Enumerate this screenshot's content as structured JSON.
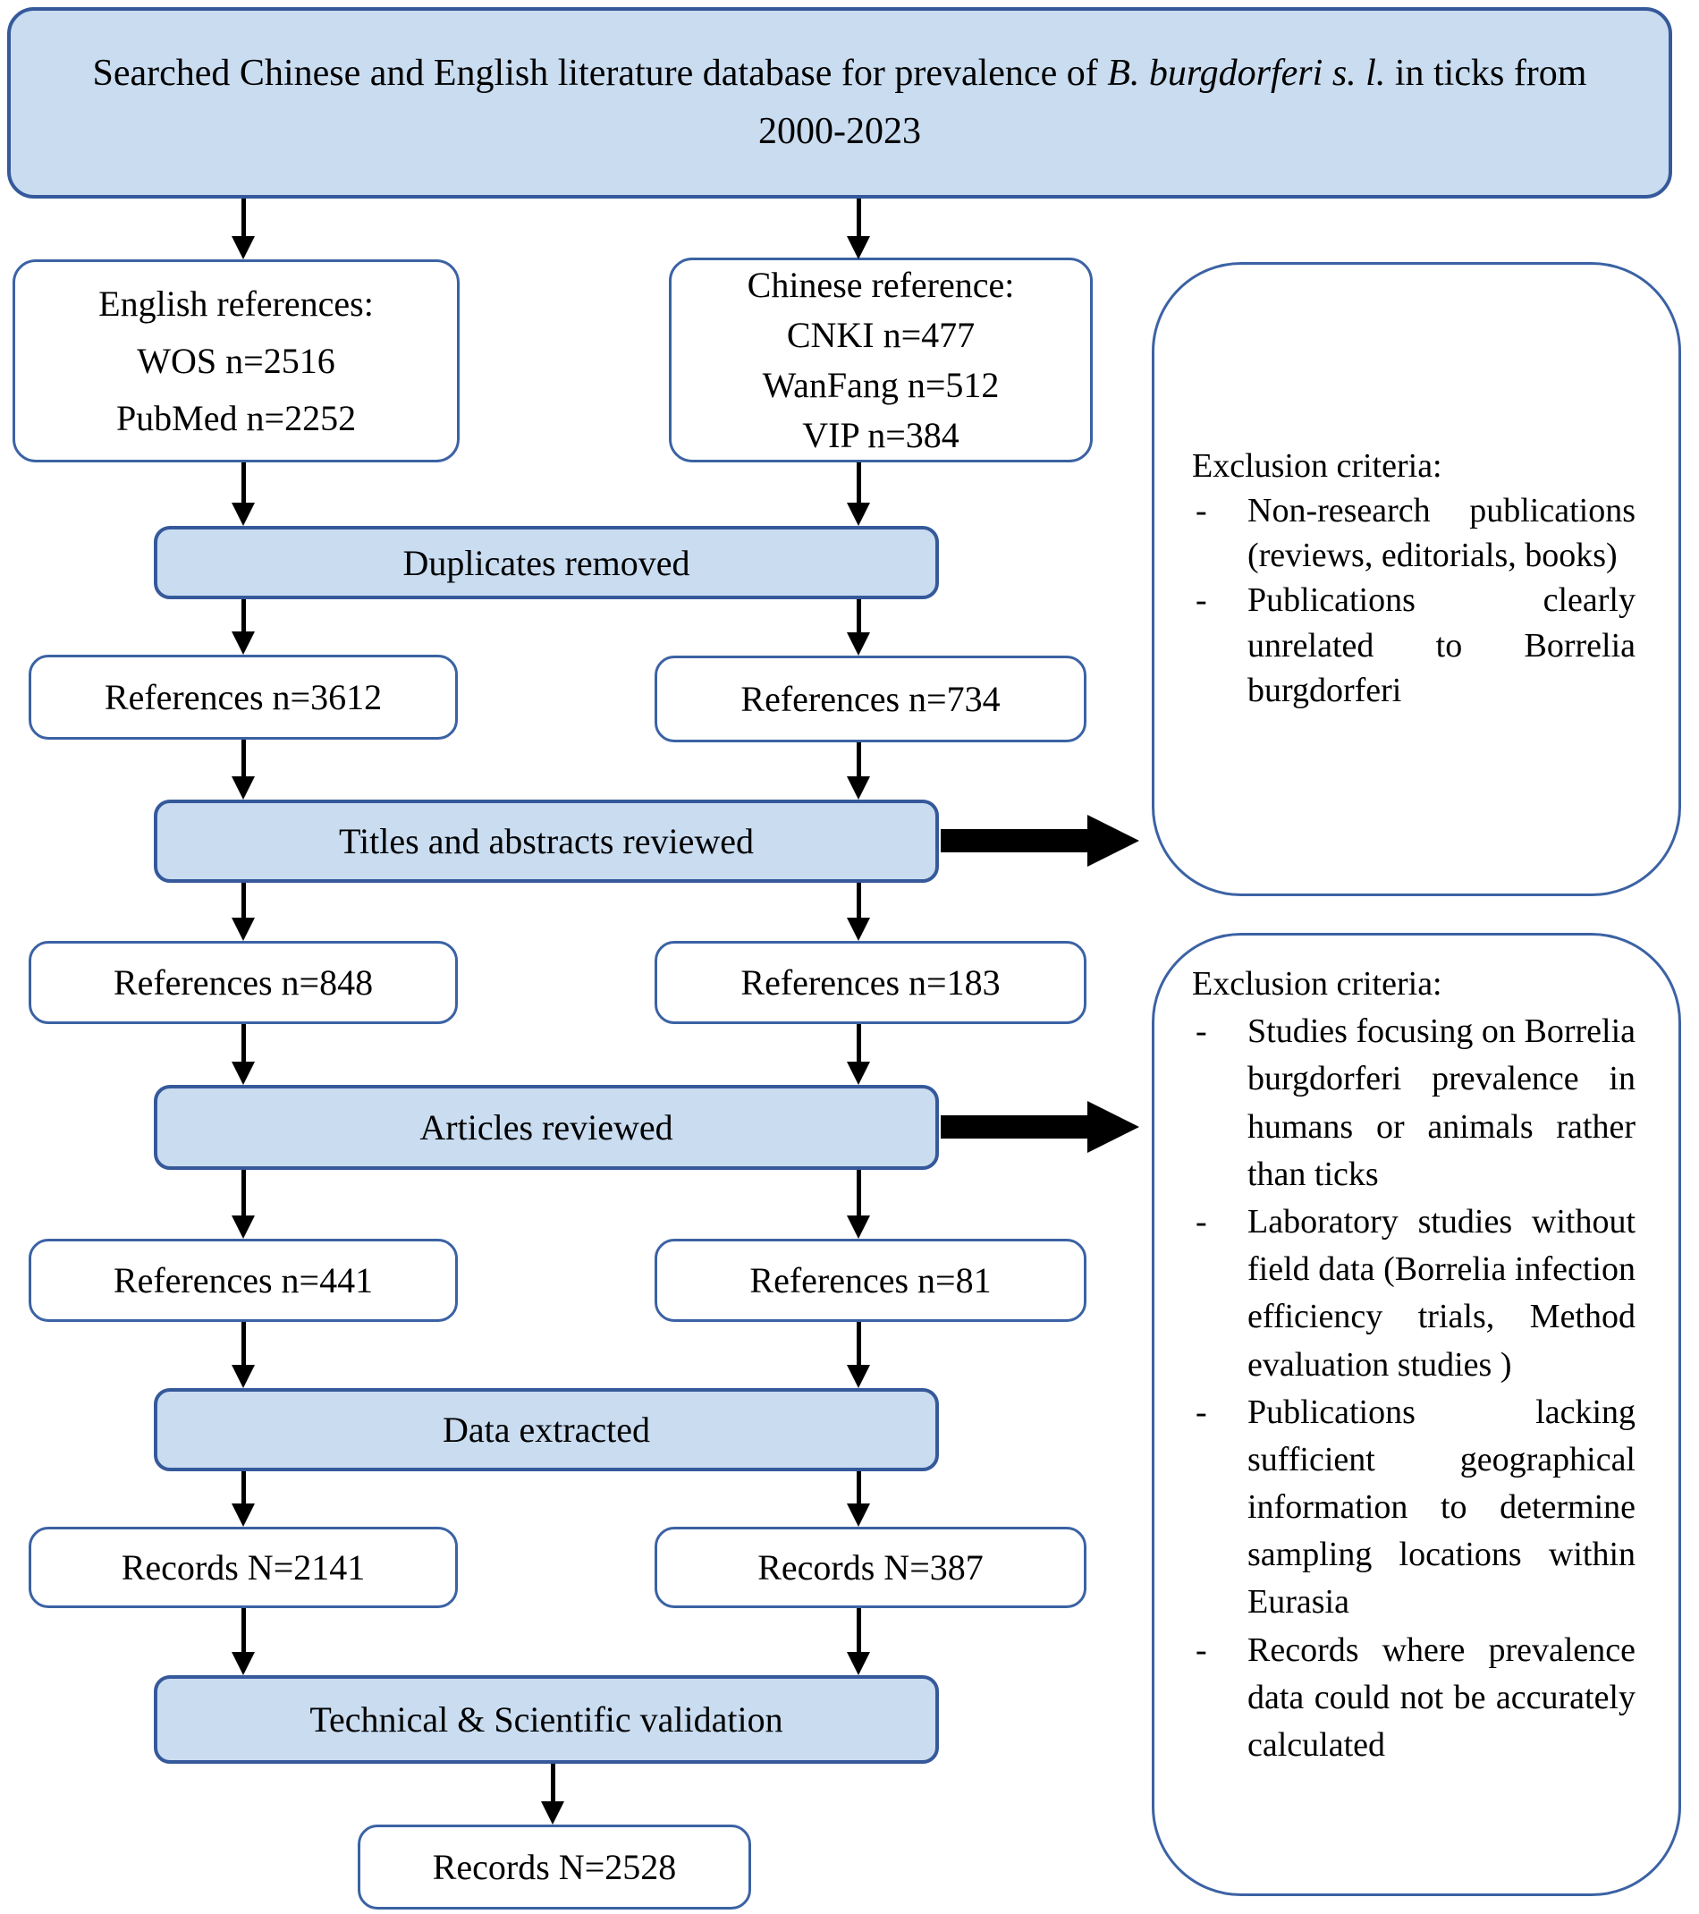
{
  "title": {
    "line1_pre": "Searched Chinese and English literature database for prevalence of ",
    "line1_italic": "B. burgdorferi s. l.",
    "line1_post": " in ticks  from",
    "line2": "2000-2023"
  },
  "flow": {
    "english_box": {
      "lines": [
        "English references:",
        "WOS n=2516",
        "PubMed n=2252"
      ]
    },
    "chinese_box": {
      "lines": [
        "Chinese reference:",
        "CNKI n=477",
        "WanFang n=512",
        "VIP n=384"
      ]
    },
    "duplicates_label": "Duplicates removed",
    "refs_3612": "References n=3612",
    "refs_734": "References n=734",
    "titles_label": "Titles and abstracts reviewed",
    "refs_848": "References n=848",
    "refs_183": "References n=183",
    "articles_label": "Articles reviewed",
    "refs_441": "References n=441",
    "refs_81": "References n=81",
    "data_label": "Data extracted",
    "records_2141": "Records N=2141",
    "records_387": "Records N=387",
    "technical_label": "Technical & Scientific validation",
    "records_2528": "Records N=2528"
  },
  "exclusion1": {
    "heading": "Exclusion criteria:",
    "marker": "-",
    "items": [
      "Non-research publications (reviews, editorials, books)",
      "Publications clearly unrelated to Borrelia burgdorferi"
    ]
  },
  "exclusion2": {
    "heading": "Exclusion criteria:",
    "marker": "-",
    "items": [
      "Studies focusing on Borrelia burgdorferi prevalence in humans or animals rather than ticks",
      "Laboratory studies without field data (Borrelia infection efficiency trials, Method evaluation studies )",
      "Publications lacking sufficient geographical information to determine sampling locations within Eurasia",
      "Records where prevalence data could not be accurately calculated"
    ]
  },
  "colors": {
    "box_fill": "#c9dcf0",
    "box_border": "#35599a",
    "white_box_border": "#3b62a4",
    "arrow": "#000000"
  }
}
